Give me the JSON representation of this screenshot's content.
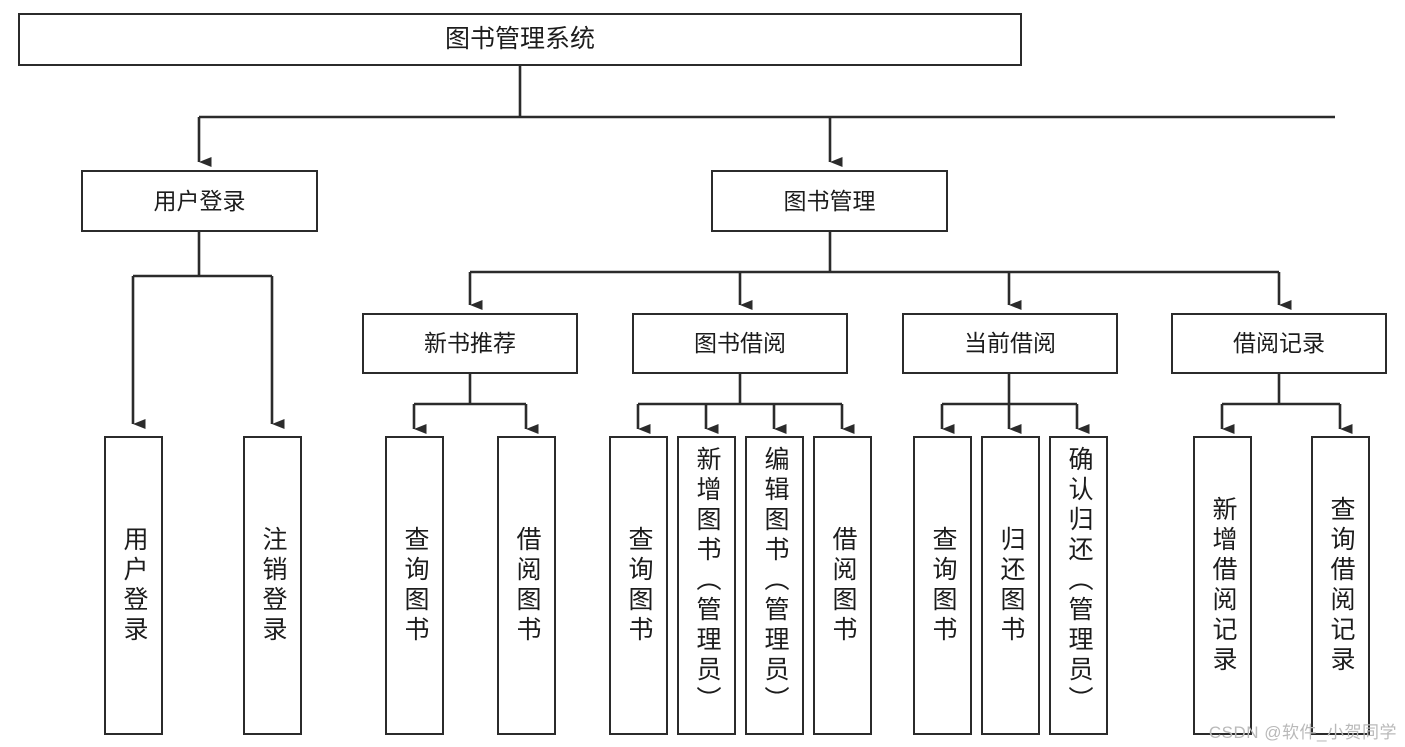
{
  "diagram": {
    "type": "tree-hierarchy-flowchart",
    "title": "图书管理系统",
    "watermark": "CSDN @软件_小贺同学",
    "colors": {
      "box_border": "#2b2b2b",
      "box_fill": "#ffffff",
      "line": "#2b2b2b",
      "text": "#1c1c1c",
      "watermark": "#b9b9b9",
      "background": "#ffffff"
    },
    "root": {
      "label": "图书管理系统"
    },
    "level2": [
      {
        "label": "用户登录"
      },
      {
        "label": "图书管理"
      }
    ],
    "level3": [
      {
        "label": "新书推荐"
      },
      {
        "label": "图书借阅"
      },
      {
        "label": "当前借阅"
      },
      {
        "label": "借阅记录"
      }
    ],
    "leaves": {
      "user_login": [
        {
          "label": "用户登录"
        },
        {
          "label": "注销登录"
        }
      ],
      "new_book": [
        {
          "label": "查询图书"
        },
        {
          "label": "借阅图书"
        }
      ],
      "book_borrow": [
        {
          "label": "查询图书"
        },
        {
          "label": "新增图书（管理员）"
        },
        {
          "label": "编辑图书（管理员）"
        },
        {
          "label": "借阅图书"
        }
      ],
      "current_borrow": [
        {
          "label": "查询图书"
        },
        {
          "label": "归还图书"
        },
        {
          "label": "确认归还（管理员）"
        }
      ],
      "borrow_record": [
        {
          "label": "新增借阅记录"
        },
        {
          "label": "查询借阅记录"
        }
      ]
    }
  }
}
